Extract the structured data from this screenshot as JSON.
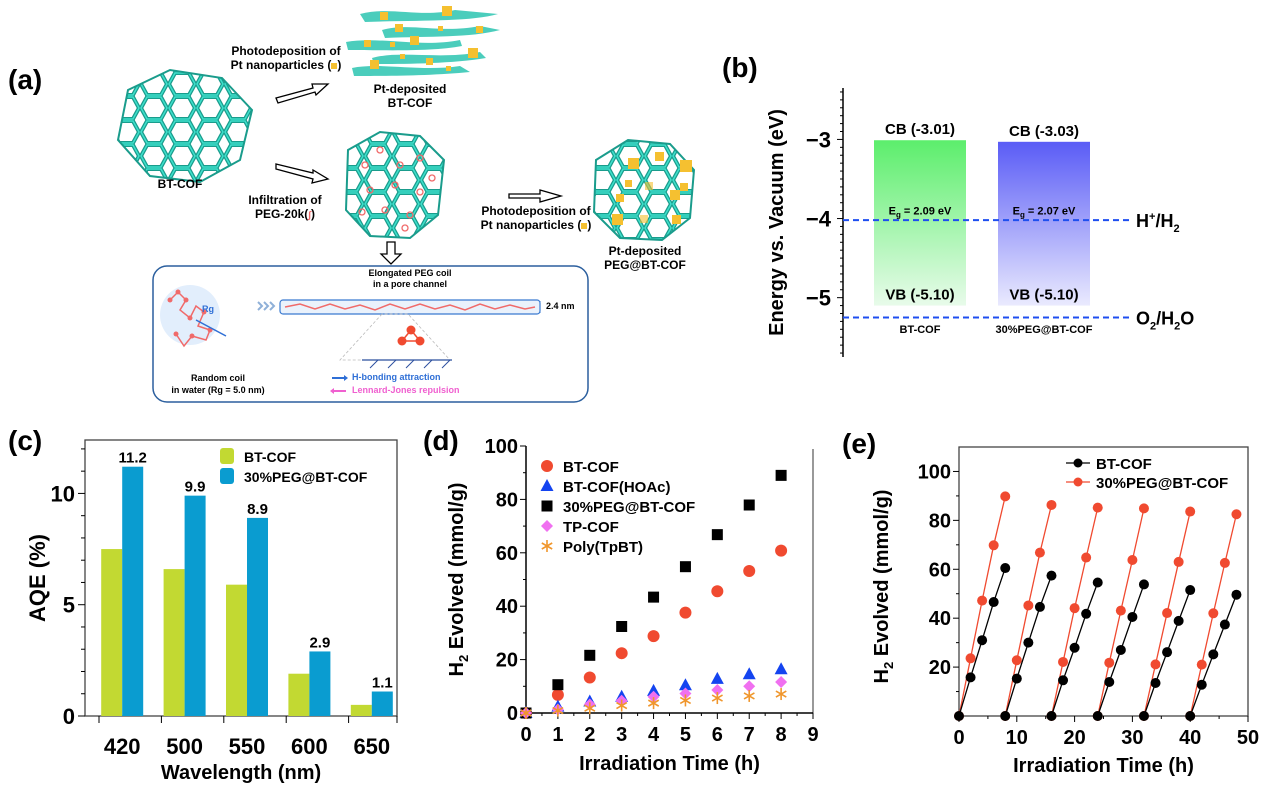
{
  "panel_labels": {
    "a": "(a)",
    "b": "(b)",
    "c": "(c)",
    "d": "(d)",
    "e": "(e)"
  },
  "schematic": {
    "bt_cof_label": "BT-COF",
    "step_pt_1": [
      "Photodeposition of",
      "Pt nanoparticles ("
    ],
    "step_pt_1_close": ")",
    "pt_deposited_bt_cof": [
      "Pt-deposited",
      "BT-COF"
    ],
    "step_peg": [
      "Infiltration of",
      "PEG-20k("
    ],
    "step_peg_close": ")",
    "step_pt_2": [
      "Photodeposition of",
      "Pt nanoparticles ("
    ],
    "step_pt_2_close": ")",
    "pt_deposited_peg": [
      "Pt-deposited",
      "PEG@BT-COF"
    ],
    "inset": {
      "elongated": [
        "Elongated PEG coil",
        "in a pore channel"
      ],
      "diameter": "2.4 nm",
      "rg": "Rg",
      "random_coil": [
        "Random coil",
        "in water (Rg = 5.0 nm)"
      ],
      "legend_hbond": "H-bonding attraction",
      "legend_lj": "Lennard-Jones repulsion",
      "hbond_color": "#2f6fd6",
      "lj_color": "#f060d0"
    },
    "cof_color": "#2cc4b0",
    "pt_color": "#f5c030",
    "peg_color": "#f06a6a"
  },
  "chart_data": [
    {
      "id": "b",
      "type": "bar",
      "title": "",
      "ylabel": "Energy vs. Vacuum (eV)",
      "ylim": [
        -5.75,
        -2.35
      ],
      "yticks": [
        -3,
        -4,
        -5
      ],
      "ytick_labels": [
        "−3",
        "−4",
        "−5"
      ],
      "categories": [
        "BT-COF",
        "30%PEG@BT-COF"
      ],
      "bands": [
        {
          "name": "BT-COF",
          "cb": -3.01,
          "vb": -5.1,
          "cb_label": "CB (-3.01)",
          "vb_label": "VB (-5.10)",
          "eg_label_prefix": "E",
          "eg_label_sub": "g",
          "eg_label_suffix": " = 2.09 eV",
          "color": "#5cee6c"
        },
        {
          "name": "30%PEG@BT-COF",
          "cb": -3.03,
          "vb": -5.1,
          "cb_label": "CB (-3.03)",
          "vb_label": "VB (-5.10)",
          "eg_label_prefix": "E",
          "eg_label_sub": "g",
          "eg_label_suffix": " = 2.07 eV",
          "color": "#5a5cf6"
        }
      ],
      "reference_lines": [
        {
          "name": "H+/H2",
          "value": -4.02,
          "label_main": "H",
          "label_sup": "+",
          "label_rest": "/H",
          "label_sub": "2",
          "label_end": ""
        },
        {
          "name": "O2/H2O",
          "value": -5.25,
          "label_main": "O",
          "label_sup": "",
          "label_rest": "/H",
          "label_sub": "2",
          "label_end": "O",
          "label_sub_first": "2"
        }
      ],
      "line_color": "#1e4ef0"
    },
    {
      "id": "c",
      "type": "bar",
      "title": "",
      "xlabel": "Wavelength (nm)",
      "ylabel": "AQE (%)",
      "ylim": [
        0,
        12.4
      ],
      "yticks": [
        0,
        5,
        10
      ],
      "categories": [
        "420",
        "500",
        "550",
        "600",
        "650"
      ],
      "series": [
        {
          "name": "BT-COF",
          "values": [
            7.5,
            6.6,
            5.9,
            1.9,
            0.5
          ],
          "color": "#c2d932"
        },
        {
          "name": "30%PEG@BT-COF",
          "values": [
            11.2,
            9.9,
            8.9,
            2.9,
            1.1
          ],
          "color": "#0a9cd0"
        }
      ],
      "data_labels": [
        "11.2",
        "9.9",
        "8.9",
        "2.9",
        "1.1"
      ],
      "legend": "top-right"
    },
    {
      "id": "d",
      "type": "scatter",
      "title": "",
      "xlabel": "Irradiation Time (h)",
      "ylabel_main": "H",
      "ylabel_sub": "2",
      "ylabel_rest": " Evolved (mmol/g)",
      "xlim": [
        0,
        9
      ],
      "ylim": [
        0,
        100
      ],
      "xticks": [
        0,
        1,
        2,
        3,
        4,
        5,
        6,
        7,
        8,
        9
      ],
      "yticks": [
        0,
        20,
        40,
        60,
        80,
        100
      ],
      "x": [
        0,
        1,
        2,
        3,
        4,
        5,
        6,
        7,
        8
      ],
      "series": [
        {
          "name": "BT-COF",
          "marker": "circle",
          "color": "#f04a30",
          "values": [
            0,
            6.8,
            13.3,
            22.4,
            28.8,
            37.6,
            45.6,
            53.2,
            60.8
          ]
        },
        {
          "name": "BT-COF(HOAc)",
          "marker": "triangle",
          "color": "#1444f0",
          "values": [
            0,
            2.4,
            4.3,
            6.1,
            8.3,
            10.4,
            12.8,
            14.5,
            16.4
          ]
        },
        {
          "name": "30%PEG@BT-COF",
          "marker": "square",
          "color": "#000000",
          "values": [
            0,
            10.6,
            21.6,
            32.4,
            43.4,
            54.8,
            66.8,
            77.9,
            89.0
          ]
        },
        {
          "name": "TP-COF",
          "marker": "diamond",
          "color": "#f070f0",
          "values": [
            0,
            1.3,
            3.2,
            4.6,
            6.1,
            7.3,
            8.6,
            10.0,
            11.6
          ]
        },
        {
          "name": "Poly(TpBT)",
          "marker": "asterisk",
          "color": "#f0962c",
          "values": [
            0,
            0.9,
            1.8,
            2.8,
            3.7,
            4.7,
            5.6,
            6.4,
            7.1
          ]
        }
      ],
      "legend": "top-left"
    },
    {
      "id": "e",
      "type": "line",
      "title": "",
      "xlabel": "Irradiation Time (h)",
      "ylabel_main": "H",
      "ylabel_sub": "2",
      "ylabel_rest": " Evolved (mmol/g)",
      "xlim": [
        0,
        50
      ],
      "ylim": [
        0,
        110
      ],
      "xticks": [
        0,
        10,
        20,
        30,
        40,
        50
      ],
      "yticks": [
        20,
        40,
        60,
        80,
        100
      ],
      "cycles": [
        {
          "x": [
            0,
            2,
            4,
            6,
            8
          ],
          "bt_cof": [
            0,
            15.8,
            31.0,
            46.6,
            60.5
          ],
          "peg": [
            0,
            23.6,
            47.2,
            69.8,
            89.8
          ]
        },
        {
          "x": [
            8,
            10,
            12,
            14,
            16
          ],
          "bt_cof": [
            0,
            15.3,
            30.0,
            44.6,
            57.4
          ],
          "peg": [
            0,
            22.8,
            45.2,
            66.8,
            86.3
          ]
        },
        {
          "x": [
            16,
            18,
            20,
            22,
            24
          ],
          "bt_cof": [
            0,
            14.6,
            27.9,
            41.8,
            54.6
          ],
          "peg": [
            0,
            22.1,
            44.1,
            64.8,
            85.2
          ]
        },
        {
          "x": [
            24,
            26,
            28,
            30,
            32
          ],
          "bt_cof": [
            0,
            13.9,
            27.0,
            40.5,
            53.8
          ],
          "peg": [
            0,
            21.8,
            43.1,
            63.8,
            84.9
          ]
        },
        {
          "x": [
            32,
            34,
            36,
            38,
            40
          ],
          "bt_cof": [
            0,
            13.5,
            26.1,
            38.9,
            51.5
          ],
          "peg": [
            0,
            21.1,
            42.1,
            63.0,
            83.6
          ]
        },
        {
          "x": [
            40,
            42,
            44,
            46,
            48
          ],
          "bt_cof": [
            0,
            12.8,
            25.2,
            37.4,
            49.6
          ],
          "peg": [
            0,
            21.0,
            42.0,
            62.6,
            82.5
          ]
        }
      ],
      "series": [
        {
          "name": "BT-COF",
          "color": "#000000",
          "key": "bt_cof"
        },
        {
          "name": "30%PEG@BT-COF",
          "color": "#f04a30",
          "key": "peg"
        }
      ],
      "legend": "top-right"
    }
  ]
}
